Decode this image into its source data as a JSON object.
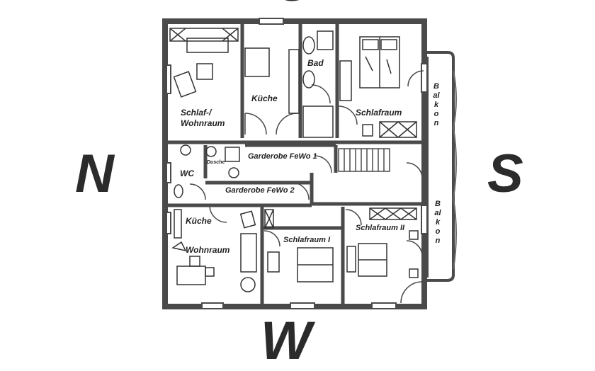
{
  "compass": {
    "left": "N",
    "right": "S",
    "top": "O",
    "bottom": "W"
  },
  "rooms": {
    "schlaf_wohnraum": "Schlaf-/\nWohnraum",
    "kueche_top": "Küche",
    "bad": "Bad",
    "schlafraum_top": "Schlafraum",
    "balkon_top": "Balkon",
    "garderobe_fewo1": "Garderobe FeWo 1",
    "dusche": "Dusche",
    "wc": "WC",
    "garderobe_fewo2": "Garderobe FeWo 2",
    "kueche_bottom": "Küche",
    "wohnraum": "Wohnraum",
    "schlafraum_1": "Schlafraum I",
    "schlafraum_2": "Schlafraum II",
    "balkon_bottom": "Balkon"
  },
  "colors": {
    "wall": "#4a4a4a",
    "fixture": "#333333",
    "text": "#222222"
  }
}
